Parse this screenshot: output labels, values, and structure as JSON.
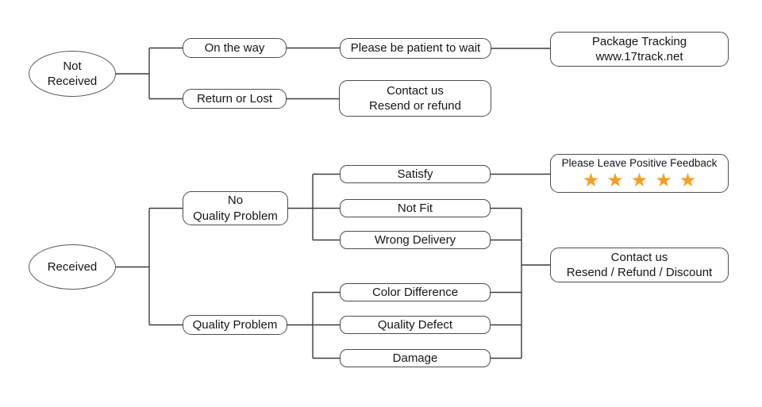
{
  "diagram": {
    "background_color": "#ffffff",
    "line_color": "#3d3d3d",
    "nodes": {
      "not_received": {
        "line1": "Not",
        "line2": "Received"
      },
      "on_the_way": {
        "label": "On the way"
      },
      "please_patient": {
        "label": "Please be patient to wait"
      },
      "package_tracking": {
        "line1": "Package Tracking",
        "line2": "www.17track.net"
      },
      "return_or_lost": {
        "label": "Return or Lost"
      },
      "contact_top": {
        "line1": "Contact us",
        "line2": "Resend or refund"
      },
      "received": {
        "label": "Received"
      },
      "no_quality_problem": {
        "line1": "No",
        "line2": "Quality Problem"
      },
      "quality_problem": {
        "label": "Quality Problem"
      },
      "satisfy": {
        "label": "Satisfy"
      },
      "not_fit": {
        "label": "Not Fit"
      },
      "wrong_delivery": {
        "label": "Wrong Delivery"
      },
      "color_difference": {
        "label": "Color Difference"
      },
      "quality_defect": {
        "label": "Quality Defect"
      },
      "damage": {
        "label": "Damage"
      },
      "positive_feedback": {
        "label": "Please Leave Positive Feedback",
        "stars": {
          "count": 5,
          "glyph": "★",
          "color": "#F6A01E"
        }
      },
      "contact_bottom": {
        "line1": "Contact us",
        "line2": "Resend / Refund / Discount"
      }
    }
  }
}
